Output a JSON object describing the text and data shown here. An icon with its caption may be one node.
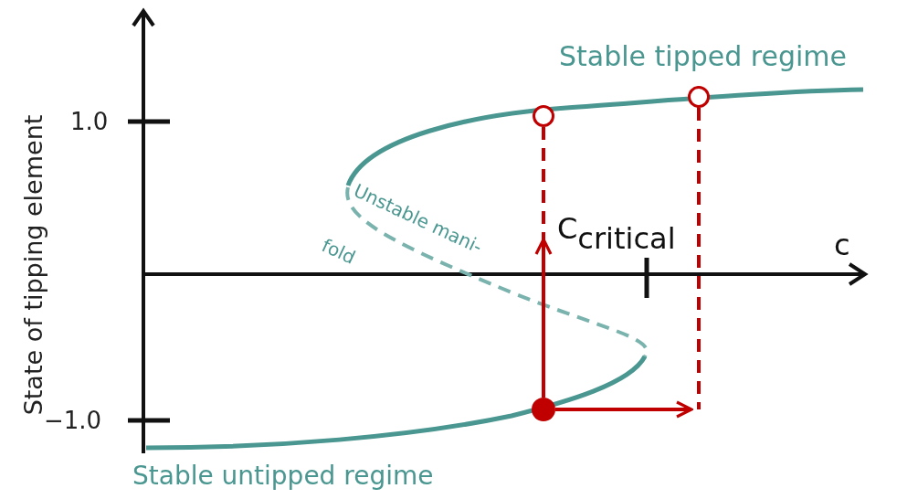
{
  "diagram": {
    "nodes": [
      {
        "text": [],
        "shape": "circle"
      },
      {
        "text": [],
        "shape": "circle"
      },
      {
        "text": [],
        "shape": "circle"
      },
      {
        "text": [
          "C$_{critical}$"
        ]
      }
    ],
    "edges": [
      {
        "from": 0,
        "to": 3,
        "arrow": "to"
      },
      {
        "from": 0,
        "to": null,
        "arrow": "to"
      },
      {
        "from": 1,
        "to": 3,
        "arrow": "none",
        "style": "dashed"
      },
      {
        "from": 2,
        "to": null,
        "arrow": "none",
        "style": "dashed"
      }
    ],
    "labels": [
      "Stable tipped regime",
      "1.0",
      "Unstable mani-",
      "fold",
      "c",
      "−1.0",
      "State of tipping element",
      "Stable untipped regime"
    ]
  }
}
